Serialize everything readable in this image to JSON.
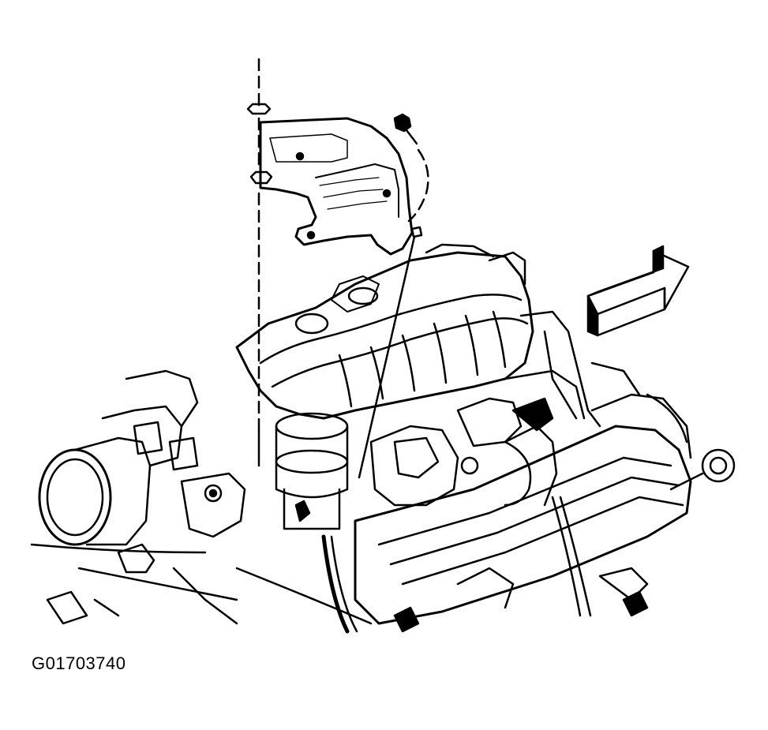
{
  "figure": {
    "id_label": "G01703740",
    "line_color": "#000000",
    "background": "#ffffff",
    "parts": [
      "heat-shield",
      "mounting-bolt",
      "nut",
      "intake-manifold",
      "throttle-body",
      "egr-valve",
      "valve-cover",
      "front-direction-arrow"
    ]
  }
}
